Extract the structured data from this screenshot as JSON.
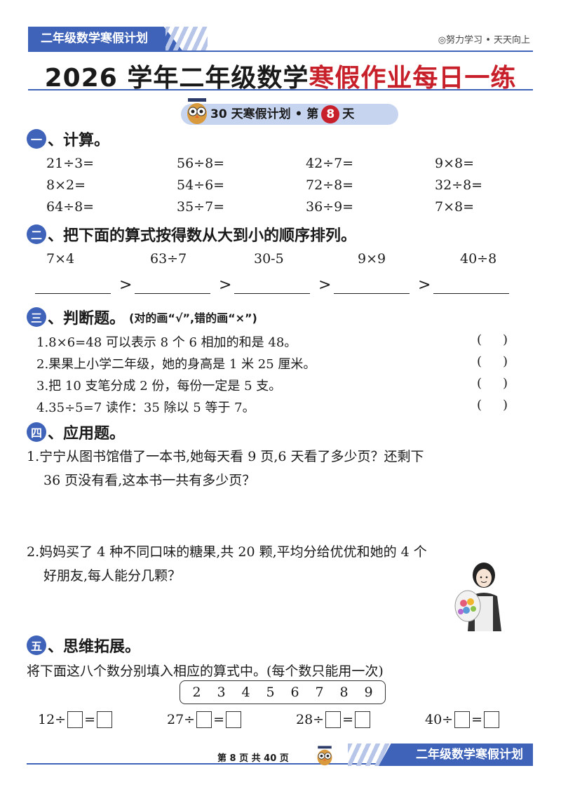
{
  "header": {
    "tab_label": "二年级数学寒假计划",
    "motto": "◎努力学习 • 天天向上",
    "title_black": "2026 学年二年级数学",
    "title_red": "寒假作业每日一练",
    "plan_prefix": "30 天寒假计划 • 第",
    "day_number": "8",
    "plan_suffix": "天"
  },
  "sections": {
    "s1": {
      "badge": "一",
      "title": "、计算。"
    },
    "s2": {
      "badge": "二",
      "title": "、把下面的算式按得数从大到小的顺序排列。"
    },
    "s3": {
      "badge": "三",
      "title": "、判断题。",
      "note": "(对的画“√”,错的画“×”)"
    },
    "s4": {
      "badge": "四",
      "title": "、应用题。"
    },
    "s5": {
      "badge": "五",
      "title": "、思维拓展。"
    }
  },
  "calc": [
    [
      "21÷3=",
      "56÷8=",
      "42÷7=",
      "9×8="
    ],
    [
      "8×2=",
      "54÷6=",
      "72÷8=",
      "32÷8="
    ],
    [
      "64÷8=",
      "35÷7=",
      "36÷9=",
      "7×8="
    ]
  ],
  "order": {
    "items": [
      "7×4",
      "63÷7",
      "30-5",
      "9×9",
      "40÷8"
    ],
    "symbol": ">"
  },
  "judge": {
    "items": [
      "1.8×6=48 可以表示 8 个 6 相加的和是 48。",
      "2.果果上小学二年级，她的身高是 1 米 25 厘米。",
      "3.把 10 支笔分成 2 份，每份一定是 5 支。",
      "4.35÷5=7 读作：35 除以 5 等于 7。"
    ],
    "paren": "()"
  },
  "application": {
    "q1_line1": "1.宁宁从图书馆借了一本书,她每天看 9 页,6 天看了多少页？还剩下",
    "q1_line2": "36 页没有看,这本书一共有多少页？",
    "q2_line1": "2.妈妈买了 4 种不同口味的糖果,共 20 颗,平均分给优优和她的 4 个",
    "q2_line2": "好朋友,每人能分几颗？"
  },
  "thinking": {
    "instruction": "将下面这八个数分别填入相应的算式中。(每个数只能用一次)",
    "numbers": [
      "2",
      "3",
      "4",
      "5",
      "6",
      "7",
      "8",
      "9"
    ],
    "equations": [
      {
        "left": "12÷",
        "eq": "="
      },
      {
        "left": "27÷",
        "eq": "="
      },
      {
        "left": "28÷",
        "eq": "="
      },
      {
        "left": "40÷",
        "eq": "="
      }
    ]
  },
  "footer": {
    "page": "第 8 页 共 40 页",
    "tab_label": "二年级数学寒假计划"
  },
  "colors": {
    "accent": "#3f63b8",
    "red": "#c8202a",
    "pill": "#c7d4f0"
  }
}
